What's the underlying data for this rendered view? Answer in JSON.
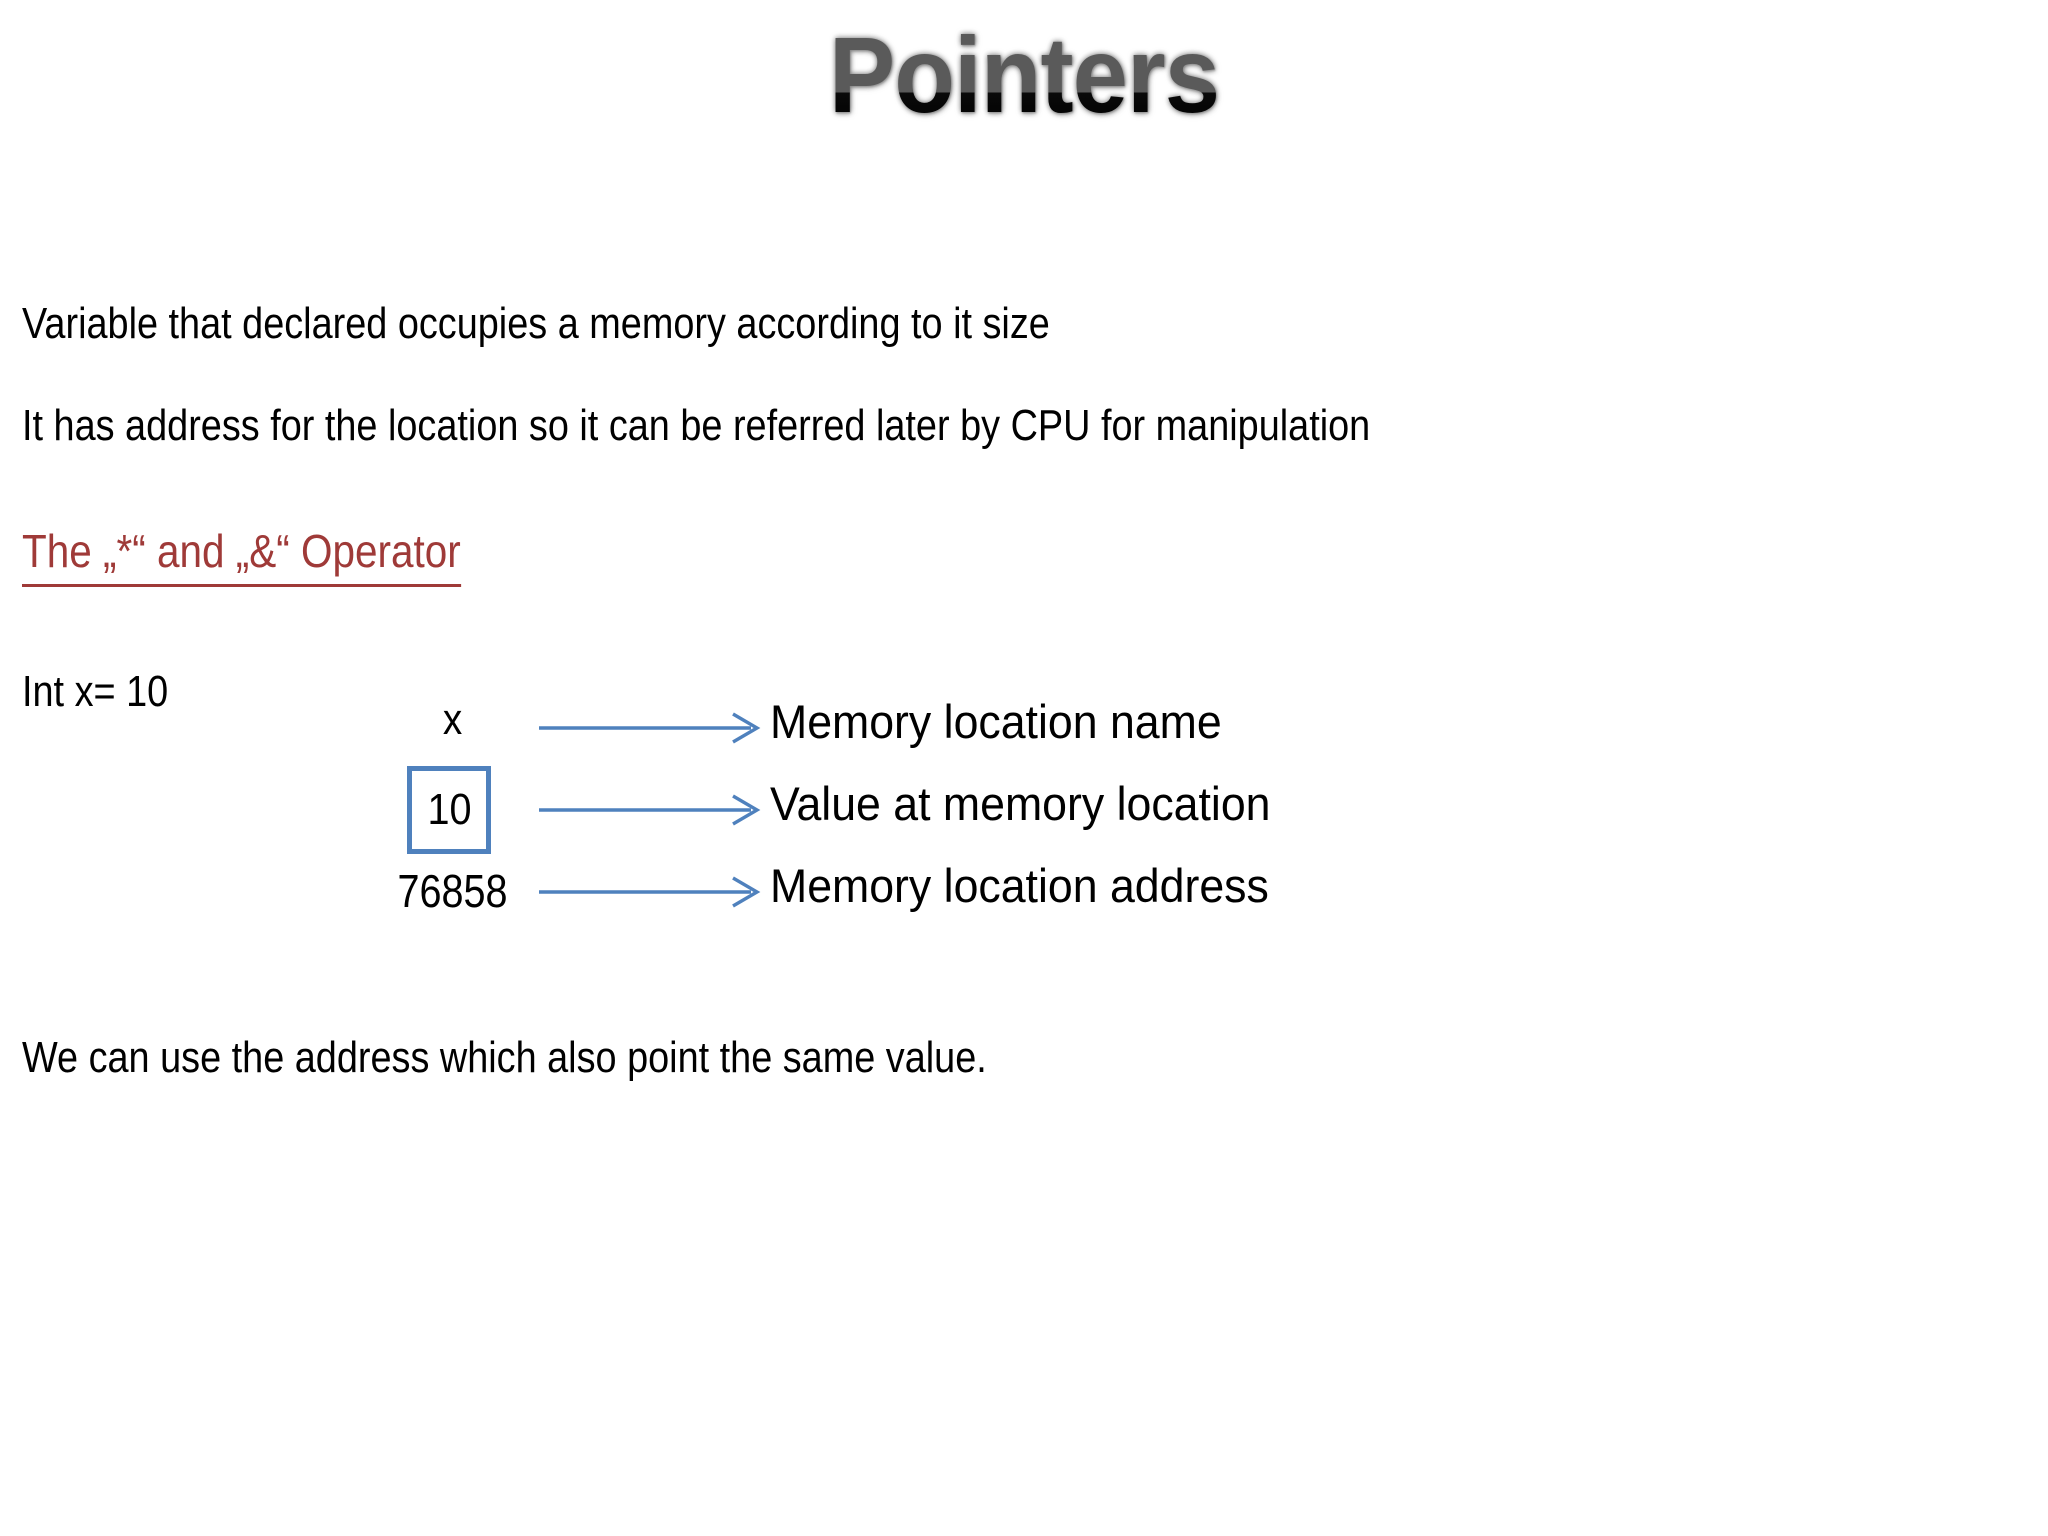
{
  "slide": {
    "title": "Pointers",
    "background_color": "#FFFFFF",
    "title_gradient_top_color": "#5A5A5A",
    "title_gradient_bottom_color": "#000000"
  },
  "body": {
    "line_1": "Variable that declared occupies a memory according to it size",
    "line_2": "It has address for the location so it can be referred later by CPU for manipulation",
    "red_heading": "The „*“ and „&“ Operator",
    "red_heading_color": "#9F3A38",
    "declaration": "Int x= 10",
    "closing_line": "We can use the address which also point the same value."
  },
  "diagram": {
    "accent_color": "#4F81BD",
    "variable_name": "x",
    "value": "10",
    "address": "76858",
    "labels": [
      "Memory location name",
      "Value at memory location",
      "Memory location address"
    ],
    "arrows": [
      {
        "points_to": "Memory location name"
      },
      {
        "points_to": "Value at memory location"
      },
      {
        "points_to": "Memory location address"
      }
    ]
  }
}
